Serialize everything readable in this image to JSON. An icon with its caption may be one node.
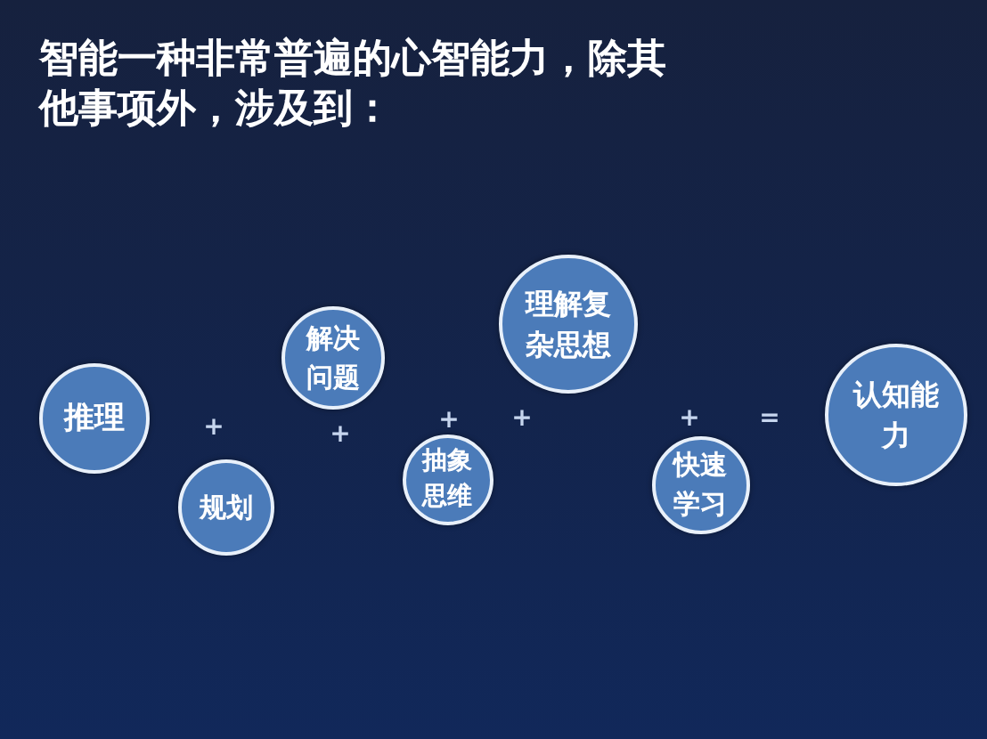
{
  "diagram": {
    "title": "智能一种非常普遍的心智能力，除其他事项外，涉及到：",
    "nodes": [
      {
        "text": [
          "推理"
        ]
      },
      {
        "text": [
          "规划"
        ]
      },
      {
        "text": [
          "解决问题"
        ]
      },
      {
        "text": [
          "抽象思维"
        ]
      },
      {
        "text": [
          "理解复杂思想"
        ]
      },
      {
        "text": [
          "快速学习"
        ]
      },
      {
        "text": [
          "认知能力"
        ]
      }
    ],
    "labels": [
      "+",
      "+",
      "+",
      "+",
      "+",
      "="
    ]
  }
}
